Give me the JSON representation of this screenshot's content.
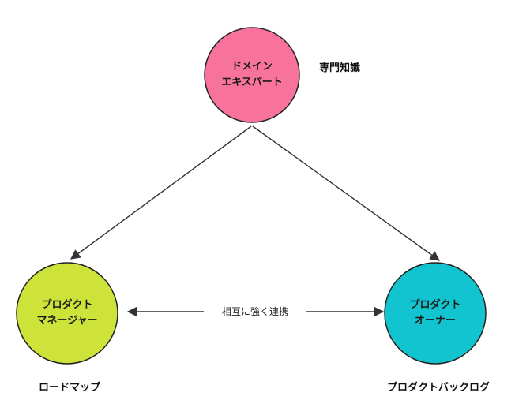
{
  "nodes": {
    "domain_expert": {
      "line1": "ドメイン",
      "line2": "エキスパート",
      "fill": "#f7739c"
    },
    "product_manager": {
      "line1": "プロダクト",
      "line2": "マネージャー",
      "fill": "#cde33a"
    },
    "product_owner": {
      "line1": "プロダクト",
      "line2": "オーナー",
      "fill": "#12c4cf"
    }
  },
  "annotations": {
    "domain_knowledge": "専門知識",
    "roadmap": "ロードマップ",
    "product_backlog": "プロダクトバックログ"
  },
  "edges": {
    "pm_po_label": "相互に強く連携"
  },
  "colors": {
    "stroke": "#222222",
    "edge": "#333333",
    "background": "#ffffff"
  }
}
